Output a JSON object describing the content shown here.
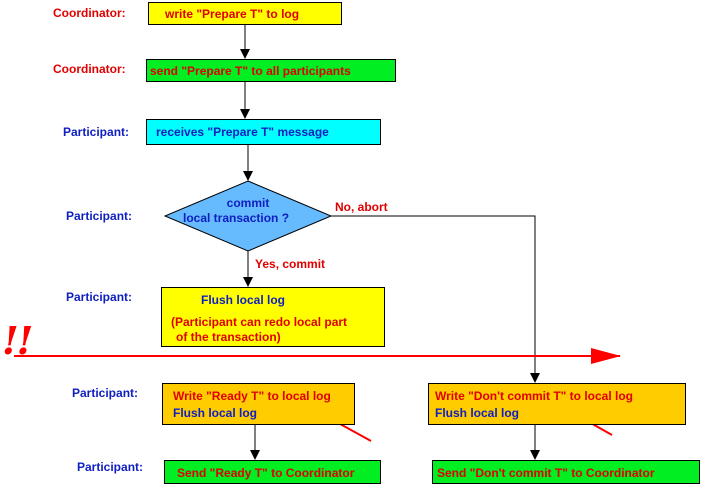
{
  "roles": {
    "coordinator": "Coordinator:",
    "participant": "Participant:"
  },
  "steps": {
    "write_prepare": "write \"Prepare T\" to log",
    "send_prepare": "send \"Prepare T\" to all participants",
    "receives_prepare": "receives \"Prepare T\" message",
    "decision_line1": "commit",
    "decision_line2": "local transaction ?",
    "no_abort": "No, abort",
    "yes_commit": "Yes, commit",
    "flush_local_log": "Flush local log",
    "redo_note_line1": "(Participant can redo local part",
    "redo_note_line2": "of the transaction)",
    "write_ready": "Write \"Ready T\" to local log",
    "flush_ready": "Flush local log",
    "write_dont_commit": "Write \"Don't commit T\" to local log",
    "flush_dont_commit": "Flush local log",
    "send_ready": "Send \"Ready T\" to Coordinator",
    "send_dont_commit": "Send \"Don't commit T\" to Coordinator"
  },
  "marker": "!!",
  "colors": {
    "coordinator_label": "#e00000",
    "participant_label": "#1020c0",
    "yellow": "#ffff00",
    "green": "#00ee22",
    "cyan": "#00ffff",
    "orange": "#ffcc00",
    "diamond": "#66bbff",
    "highlight_arrow": "#ff0000"
  }
}
